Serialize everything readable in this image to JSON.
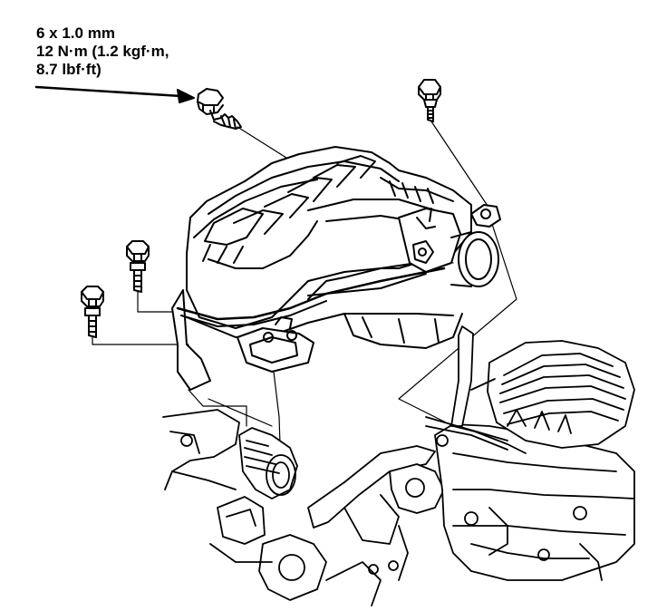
{
  "spec": {
    "size": "6 x 1.0 mm",
    "torque_nm": "12 N·m (1.2 kgf·m,",
    "torque_lbf": "8.7 lbf·ft)"
  },
  "colors": {
    "ink": "#000000",
    "paper": "#ffffff"
  }
}
